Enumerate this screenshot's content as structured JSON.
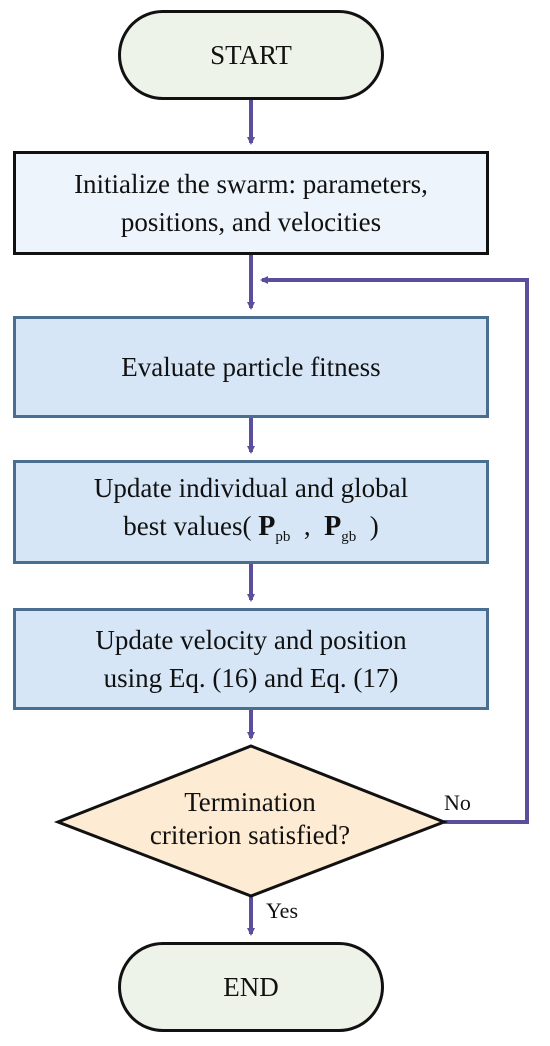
{
  "flowchart": {
    "start": "START",
    "init_line1": "Initialize the swarm: parameters,",
    "init_line2": "positions, and velocities",
    "evaluate": "Evaluate particle fitness",
    "update_best_line1": "Update individual and global",
    "update_best_prefix": "best values(",
    "p_symbol": "P",
    "pb_sub": "pb",
    "sep": ",",
    "gb_sub": "gb",
    "close_paren": ")",
    "update_vel_line1": "Update velocity and position",
    "update_vel_line2": "using Eq. (16) and Eq. (17)",
    "decision_line1": "Termination",
    "decision_line2": "criterion satisfied?",
    "no_label": "No",
    "yes_label": "Yes",
    "end": "END"
  },
  "colors": {
    "arrow": "#5a4f9c",
    "terminal_fill": "#eef3ea",
    "process_fill": "#d6e6f7",
    "decision_fill": "#fdebd3"
  }
}
